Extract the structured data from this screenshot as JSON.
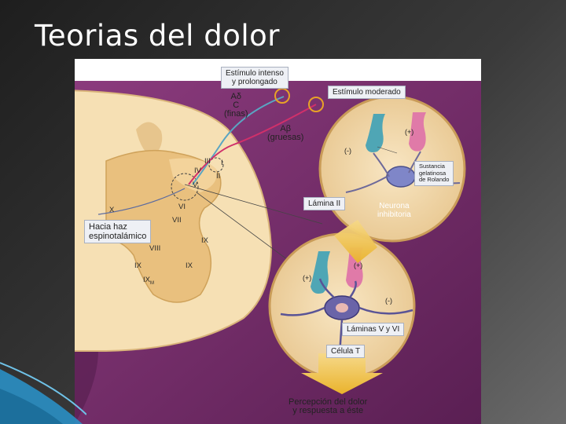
{
  "title": "Teorias del dolor",
  "diagram": {
    "stimulus_intense": "Estímulo intenso\ny prolongado",
    "stimulus_moderate": "Estímulo moderado",
    "fiber_a_delta": "Aδ\nC\n(finas)",
    "fiber_a_beta": "Aβ\n(gruesas)",
    "lamina_ii": "Lámina II",
    "substantia": "Sustancia\ngelatinosa\nde Rolando",
    "inhibitory_neuron": "Neurona\ninhibitoria",
    "spinothalamic": "Hacia haz\nespinotalámico",
    "laminae_v_vi": "Láminas V y VI",
    "t_cell": "Célula T",
    "perception": "Percepción del dolor\ny respuesta a éste",
    "sign_plus": "(+)",
    "sign_minus": "(-)",
    "laminae": {
      "iii": "III",
      "iv": "IV",
      "ii": "II",
      "i": "I",
      "v": "V",
      "vi": "VI",
      "vii": "VII",
      "viii": "VIII",
      "ix": "IX",
      "x": "X",
      "ixm_main": "IX",
      "ixm_sub": "M"
    }
  },
  "colors": {
    "title": "#ffffff",
    "purple_bg": "#7a2d6e",
    "cord": "#f6e0b4",
    "gray_matter": "#e9c07e",
    "circle_fill": "#f0d6a5",
    "fiber_blue": "#5aa5c2",
    "fiber_pink": "#d0306a",
    "arrow": "#f3c64f",
    "decor": "#2a8fc4"
  }
}
